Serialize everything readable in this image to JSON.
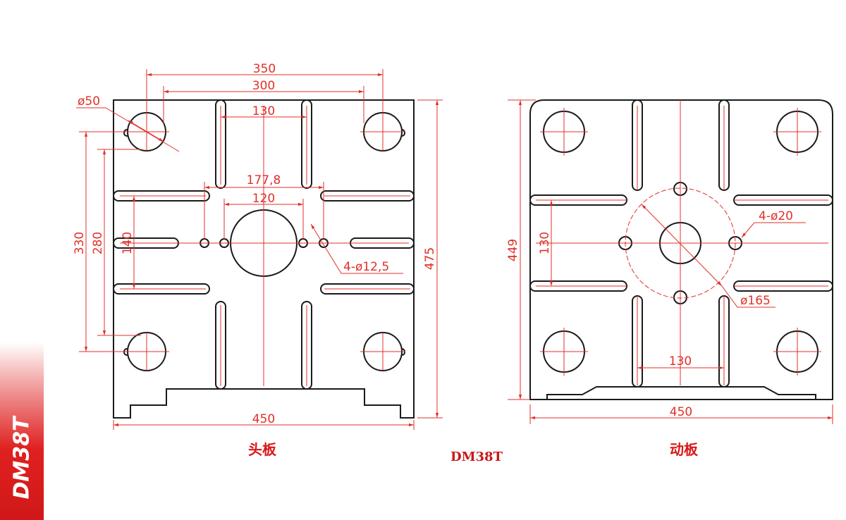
{
  "side_tab": {
    "label": "DM38T"
  },
  "model_label": "DM38T",
  "head_plate": {
    "caption": "头板",
    "dims": {
      "d350": "350",
      "d300": "300",
      "d130": "130",
      "d177": "177,8",
      "d120": "120",
      "d50": "ø50",
      "d330": "330",
      "d280": "280",
      "d140": "140",
      "d475": "475",
      "d450": "450",
      "d4x125": "4-ø12,5"
    }
  },
  "moving_plate": {
    "caption": "动板",
    "dims": {
      "d449": "449",
      "d130v": "130",
      "d4x20": "4-ø20",
      "d165": "ø165",
      "d130h": "130",
      "d450": "450"
    }
  },
  "colors": {
    "outline": "#1a1a1a",
    "dimension": "#e0302a",
    "caption": "#d81818",
    "tab": "#d01818"
  }
}
